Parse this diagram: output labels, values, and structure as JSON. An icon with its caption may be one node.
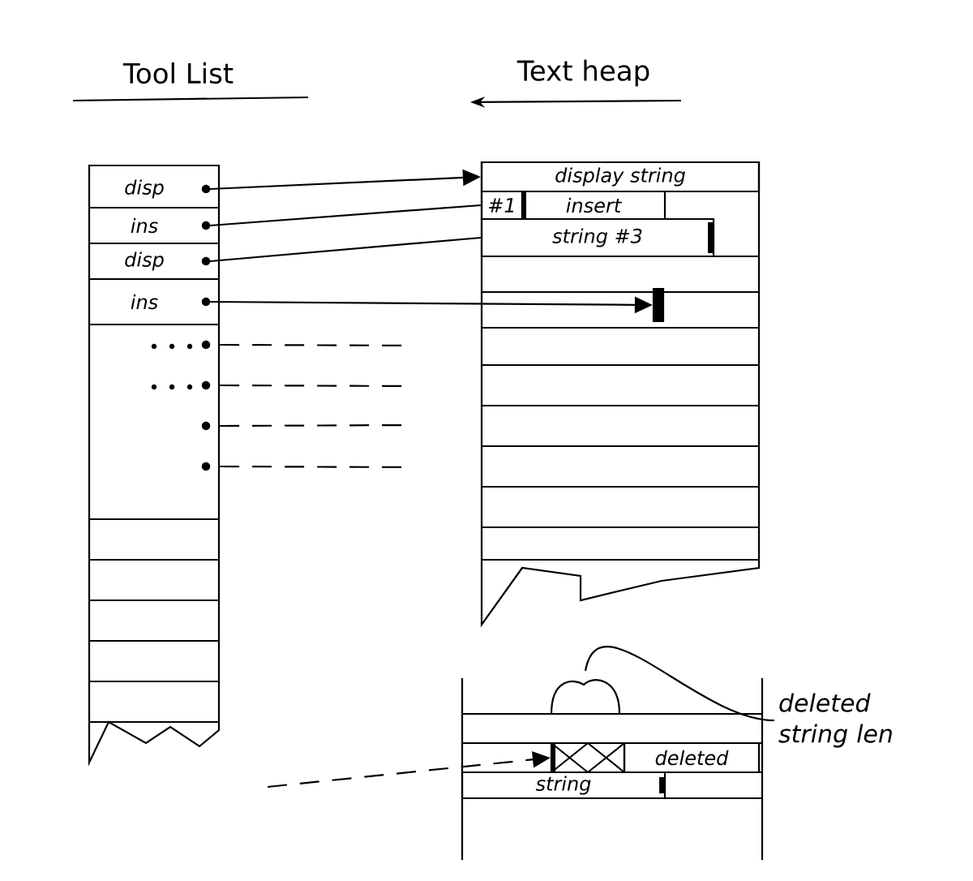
{
  "diagram": {
    "nodes": [
      {
        "text": [
          "Tool List"
        ]
      },
      {
        "text": [
          "disp"
        ],
        "in": 0
      },
      {
        "text": [
          "ins"
        ],
        "in": 0
      },
      {
        "text": [
          "disp"
        ],
        "in": 0
      },
      {
        "text": [
          "ins"
        ],
        "in": 0
      },
      {
        "text": [],
        "shape": "box",
        "in": 0
      },
      {
        "text": [],
        "shape": "box",
        "in": 0
      },
      {
        "text": [],
        "shape": "box",
        "in": 0
      },
      {
        "text": [],
        "shape": "box",
        "in": 0
      },
      {
        "text": [
          "Text heap"
        ]
      },
      {
        "text": [
          "display string"
        ],
        "in": 9
      },
      {
        "text": [
          "#1"
        ],
        "in": 9
      },
      {
        "text": [
          "insert"
        ],
        "in": 9
      },
      {
        "text": [
          "string #3"
        ],
        "in": 9
      },
      {
        "text": [],
        "shape": "bar",
        "in": 9
      },
      {
        "text": [],
        "shape": "box"
      },
      {
        "text": [
          "deleted"
        ],
        "in": 15
      },
      {
        "text": [
          "string"
        ],
        "in": 15
      },
      {
        "text": [],
        "shape": "brace",
        "in": 15
      },
      {
        "text": [],
        "shape": "box",
        "in": 15
      },
      {
        "text": [
          "deleted string len"
        ]
      }
    ],
    "edges": [
      {
        "from": 1,
        "to": 10,
        "arrow": "to"
      },
      {
        "from": 2,
        "to": 11,
        "arrow": "none"
      },
      {
        "from": 3,
        "to": 13,
        "arrow": "none"
      },
      {
        "from": 4,
        "to": 14,
        "arrow": "to"
      },
      {
        "from": 5,
        "to": null,
        "arrow": "none",
        "style": "dashed"
      },
      {
        "from": 6,
        "to": null,
        "arrow": "none",
        "style": "dashed"
      },
      {
        "from": 7,
        "to": null,
        "arrow": "none",
        "style": "dashed"
      },
      {
        "from": 8,
        "to": null,
        "arrow": "none",
        "style": "dashed"
      },
      {
        "from": null,
        "to": 19,
        "arrow": "to",
        "style": "dashed"
      },
      {
        "from": 20,
        "to": 18,
        "arrow": "none"
      }
    ]
  }
}
